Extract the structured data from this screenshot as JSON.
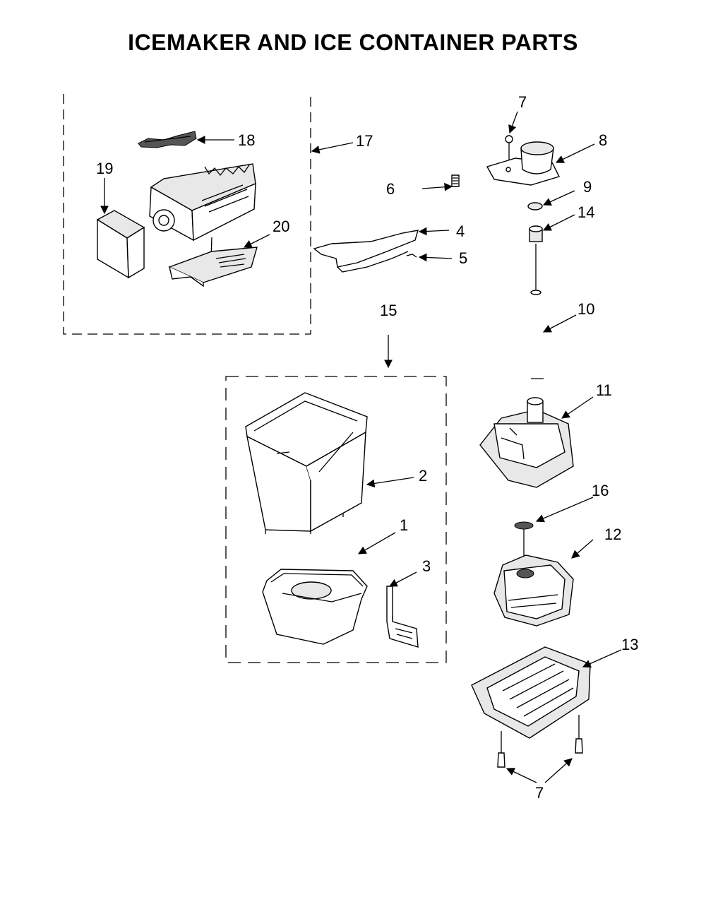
{
  "title": "ICEMAKER AND ICE CONTAINER PARTS",
  "callouts": {
    "c1": "1",
    "c2": "2",
    "c3": "3",
    "c4": "4",
    "c5": "5",
    "c6": "6",
    "c7a": "7",
    "c7b": "7",
    "c8": "8",
    "c9": "9",
    "c10": "10",
    "c11": "11",
    "c12": "12",
    "c13": "13",
    "c14": "14",
    "c15": "15",
    "c16": "16",
    "c17": "17",
    "c18": "18",
    "c19": "19",
    "c20": "20"
  }
}
